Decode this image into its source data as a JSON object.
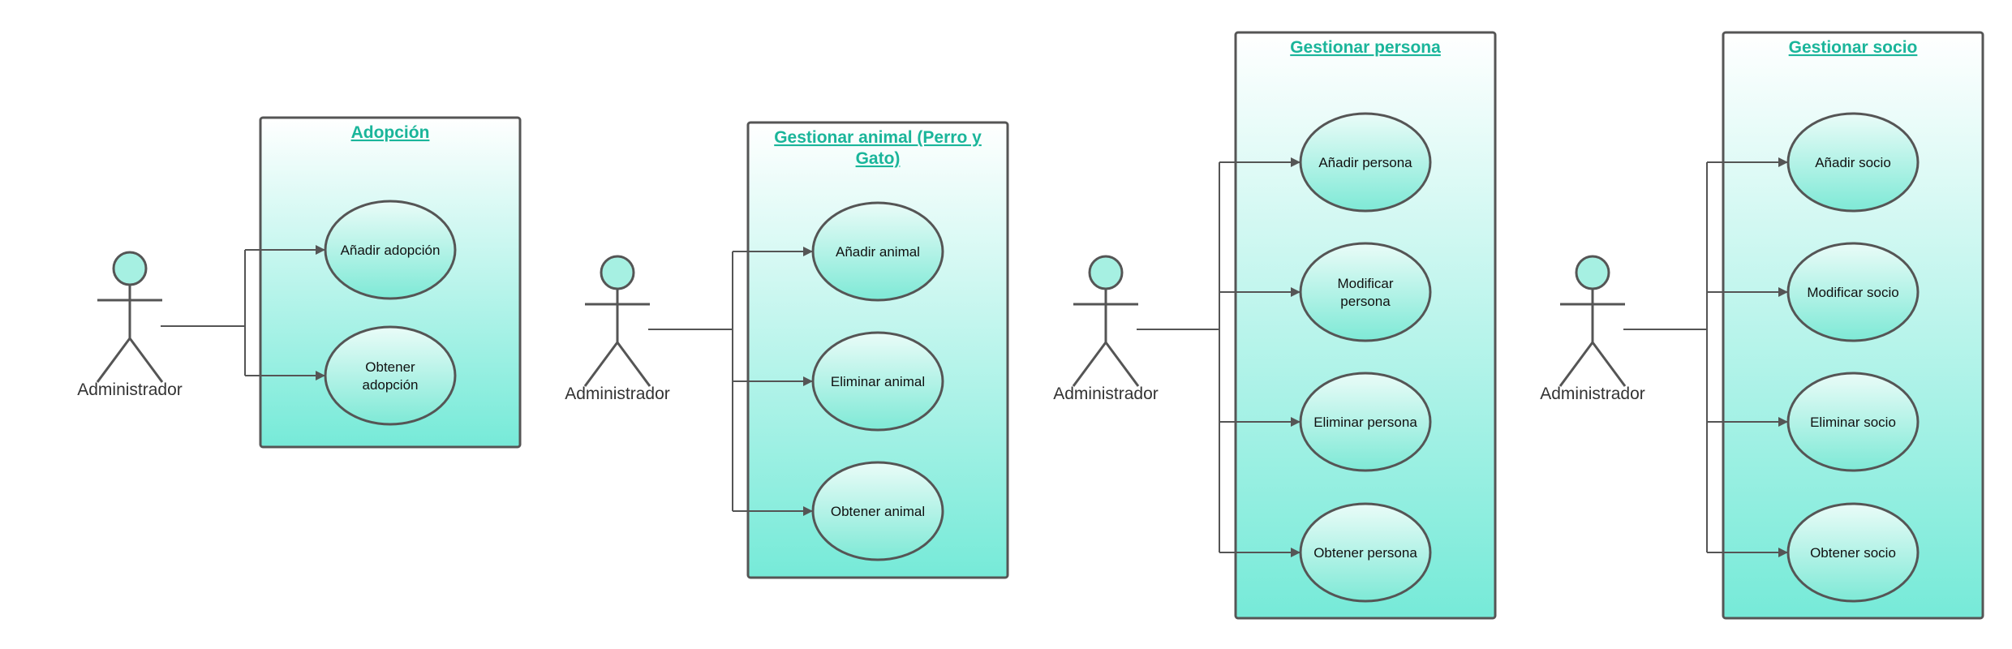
{
  "colors": {
    "box_stroke": "#555555",
    "box_fill_top": "#ffffff",
    "box_fill_bottom": "#76ead8",
    "ellipse_fill_top": "#eafcf8",
    "ellipse_fill_bottom": "#7ee9d6",
    "title": "#1ab59a",
    "line": "#555555",
    "actor_head": "#a6f0e2"
  },
  "diagrams": [
    {
      "id": "adopcion",
      "title_lines": [
        "Adopción"
      ],
      "actor": "Administrador",
      "use_cases": [
        [
          "Añadir adopción"
        ],
        [
          "Obtener",
          "adopción"
        ]
      ]
    },
    {
      "id": "animal",
      "title_lines": [
        "Gestionar animal (Perro y",
        "Gato)"
      ],
      "actor": "Administrador",
      "use_cases": [
        [
          "Añadir animal"
        ],
        [
          "Eliminar animal"
        ],
        [
          "Obtener animal"
        ]
      ]
    },
    {
      "id": "persona",
      "title_lines": [
        "Gestionar persona"
      ],
      "actor": "Administrador",
      "use_cases": [
        [
          "Añadir persona"
        ],
        [
          "Modificar",
          "persona"
        ],
        [
          "Eliminar persona"
        ],
        [
          "Obtener persona"
        ]
      ]
    },
    {
      "id": "socio",
      "title_lines": [
        "Gestionar socio"
      ],
      "actor": "Administrador",
      "use_cases": [
        [
          "Añadir socio"
        ],
        [
          "Modificar socio"
        ],
        [
          "Eliminar socio"
        ],
        [
          "Obtener socio"
        ]
      ]
    }
  ]
}
